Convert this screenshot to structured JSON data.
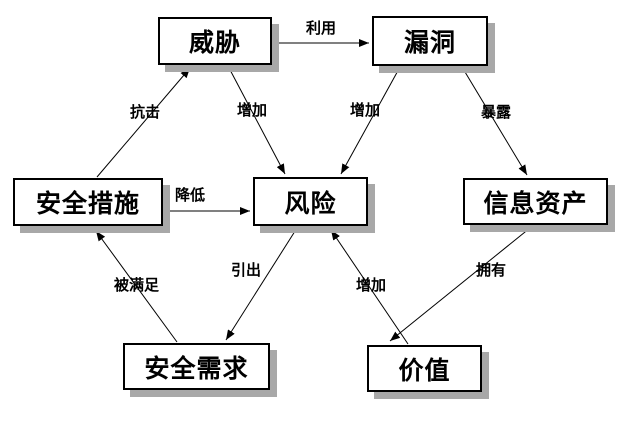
{
  "diagram": {
    "background_color": "#ffffff",
    "node_fill_color": "#ffffff",
    "node_border_color": "#000000",
    "node_shadow_color": "#a8a8a8",
    "line_color": "#000000",
    "nodes": {
      "threat": {
        "label": "威胁"
      },
      "vulnerability": {
        "label": "漏洞"
      },
      "security_measures": {
        "label": "安全措施"
      },
      "risk": {
        "label": "风险"
      },
      "information_assets": {
        "label": "信息资产"
      },
      "security_requirements": {
        "label": "安全需求"
      },
      "value": {
        "label": "价值"
      }
    },
    "edges": {
      "exploit": {
        "label": "利用",
        "from": "threat",
        "to": "vulnerability"
      },
      "resist": {
        "label": "抗击",
        "from": "security_measures",
        "to": "threat"
      },
      "increase_from_threat": {
        "label": "增加",
        "from": "threat",
        "to": "risk"
      },
      "increase_from_vulnerability": {
        "label": "增加",
        "from": "vulnerability",
        "to": "risk"
      },
      "expose": {
        "label": "暴露",
        "from": "vulnerability",
        "to": "information_assets"
      },
      "reduce": {
        "label": "降低",
        "from": "security_measures",
        "to": "risk"
      },
      "satisfied_by": {
        "label": "被满足",
        "from": "security_requirements",
        "to": "security_measures"
      },
      "lead_to": {
        "label": "引出",
        "from": "risk",
        "to": "security_requirements"
      },
      "increase_from_value": {
        "label": "增加",
        "from": "value",
        "to": "risk"
      },
      "own": {
        "label": "拥有",
        "from": "information_assets",
        "to": "value"
      }
    }
  }
}
